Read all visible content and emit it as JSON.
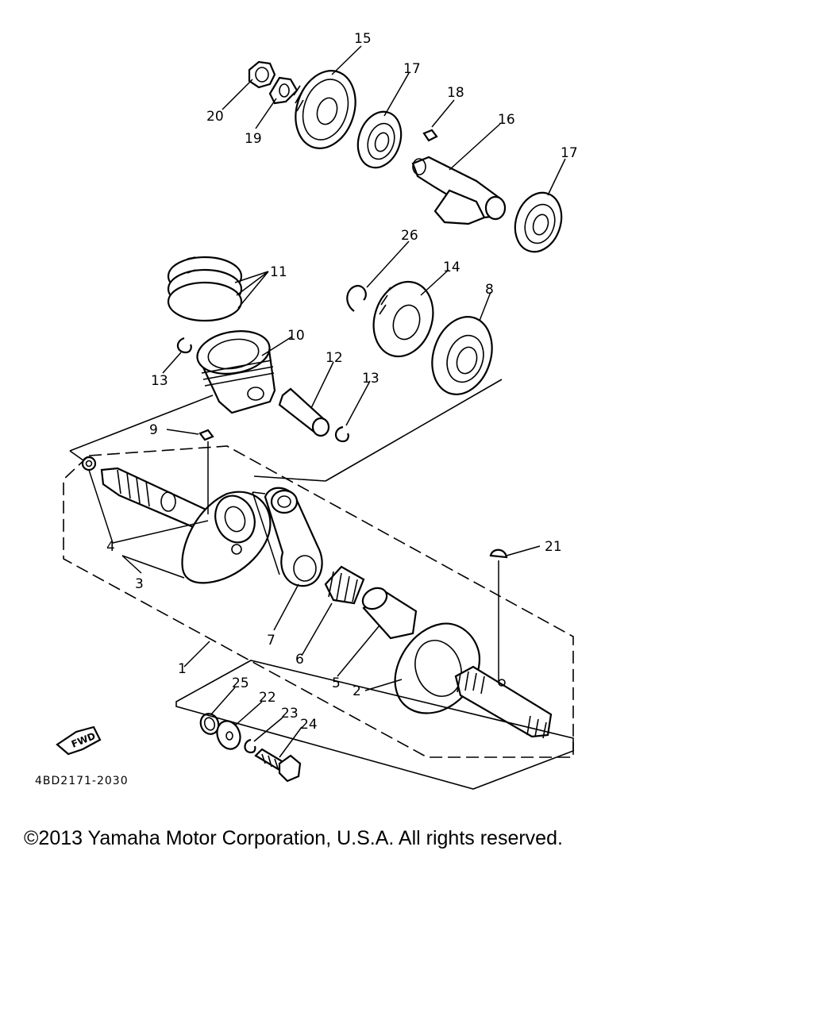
{
  "diagram": {
    "drawing_code": "4BD2171-2030",
    "direction_label": "FWD",
    "callouts": {
      "c1": "1",
      "c2": "2",
      "c3": "3",
      "c4": "4",
      "c5": "5",
      "c6": "6",
      "c7": "7",
      "c8": "8",
      "c9": "9",
      "c10": "10",
      "c11": "11",
      "c12": "12",
      "c13a": "13",
      "c13b": "13",
      "c14": "14",
      "c15": "15",
      "c16": "16",
      "c17a": "17",
      "c17b": "17",
      "c18": "18",
      "c19": "19",
      "c20": "20",
      "c21": "21",
      "c22": "22",
      "c23": "23",
      "c24": "24",
      "c25": "25",
      "c26": "26"
    }
  },
  "footer": {
    "copyright": "©2013 Yamaha Motor Corporation, U.S.A. All rights reserved."
  }
}
